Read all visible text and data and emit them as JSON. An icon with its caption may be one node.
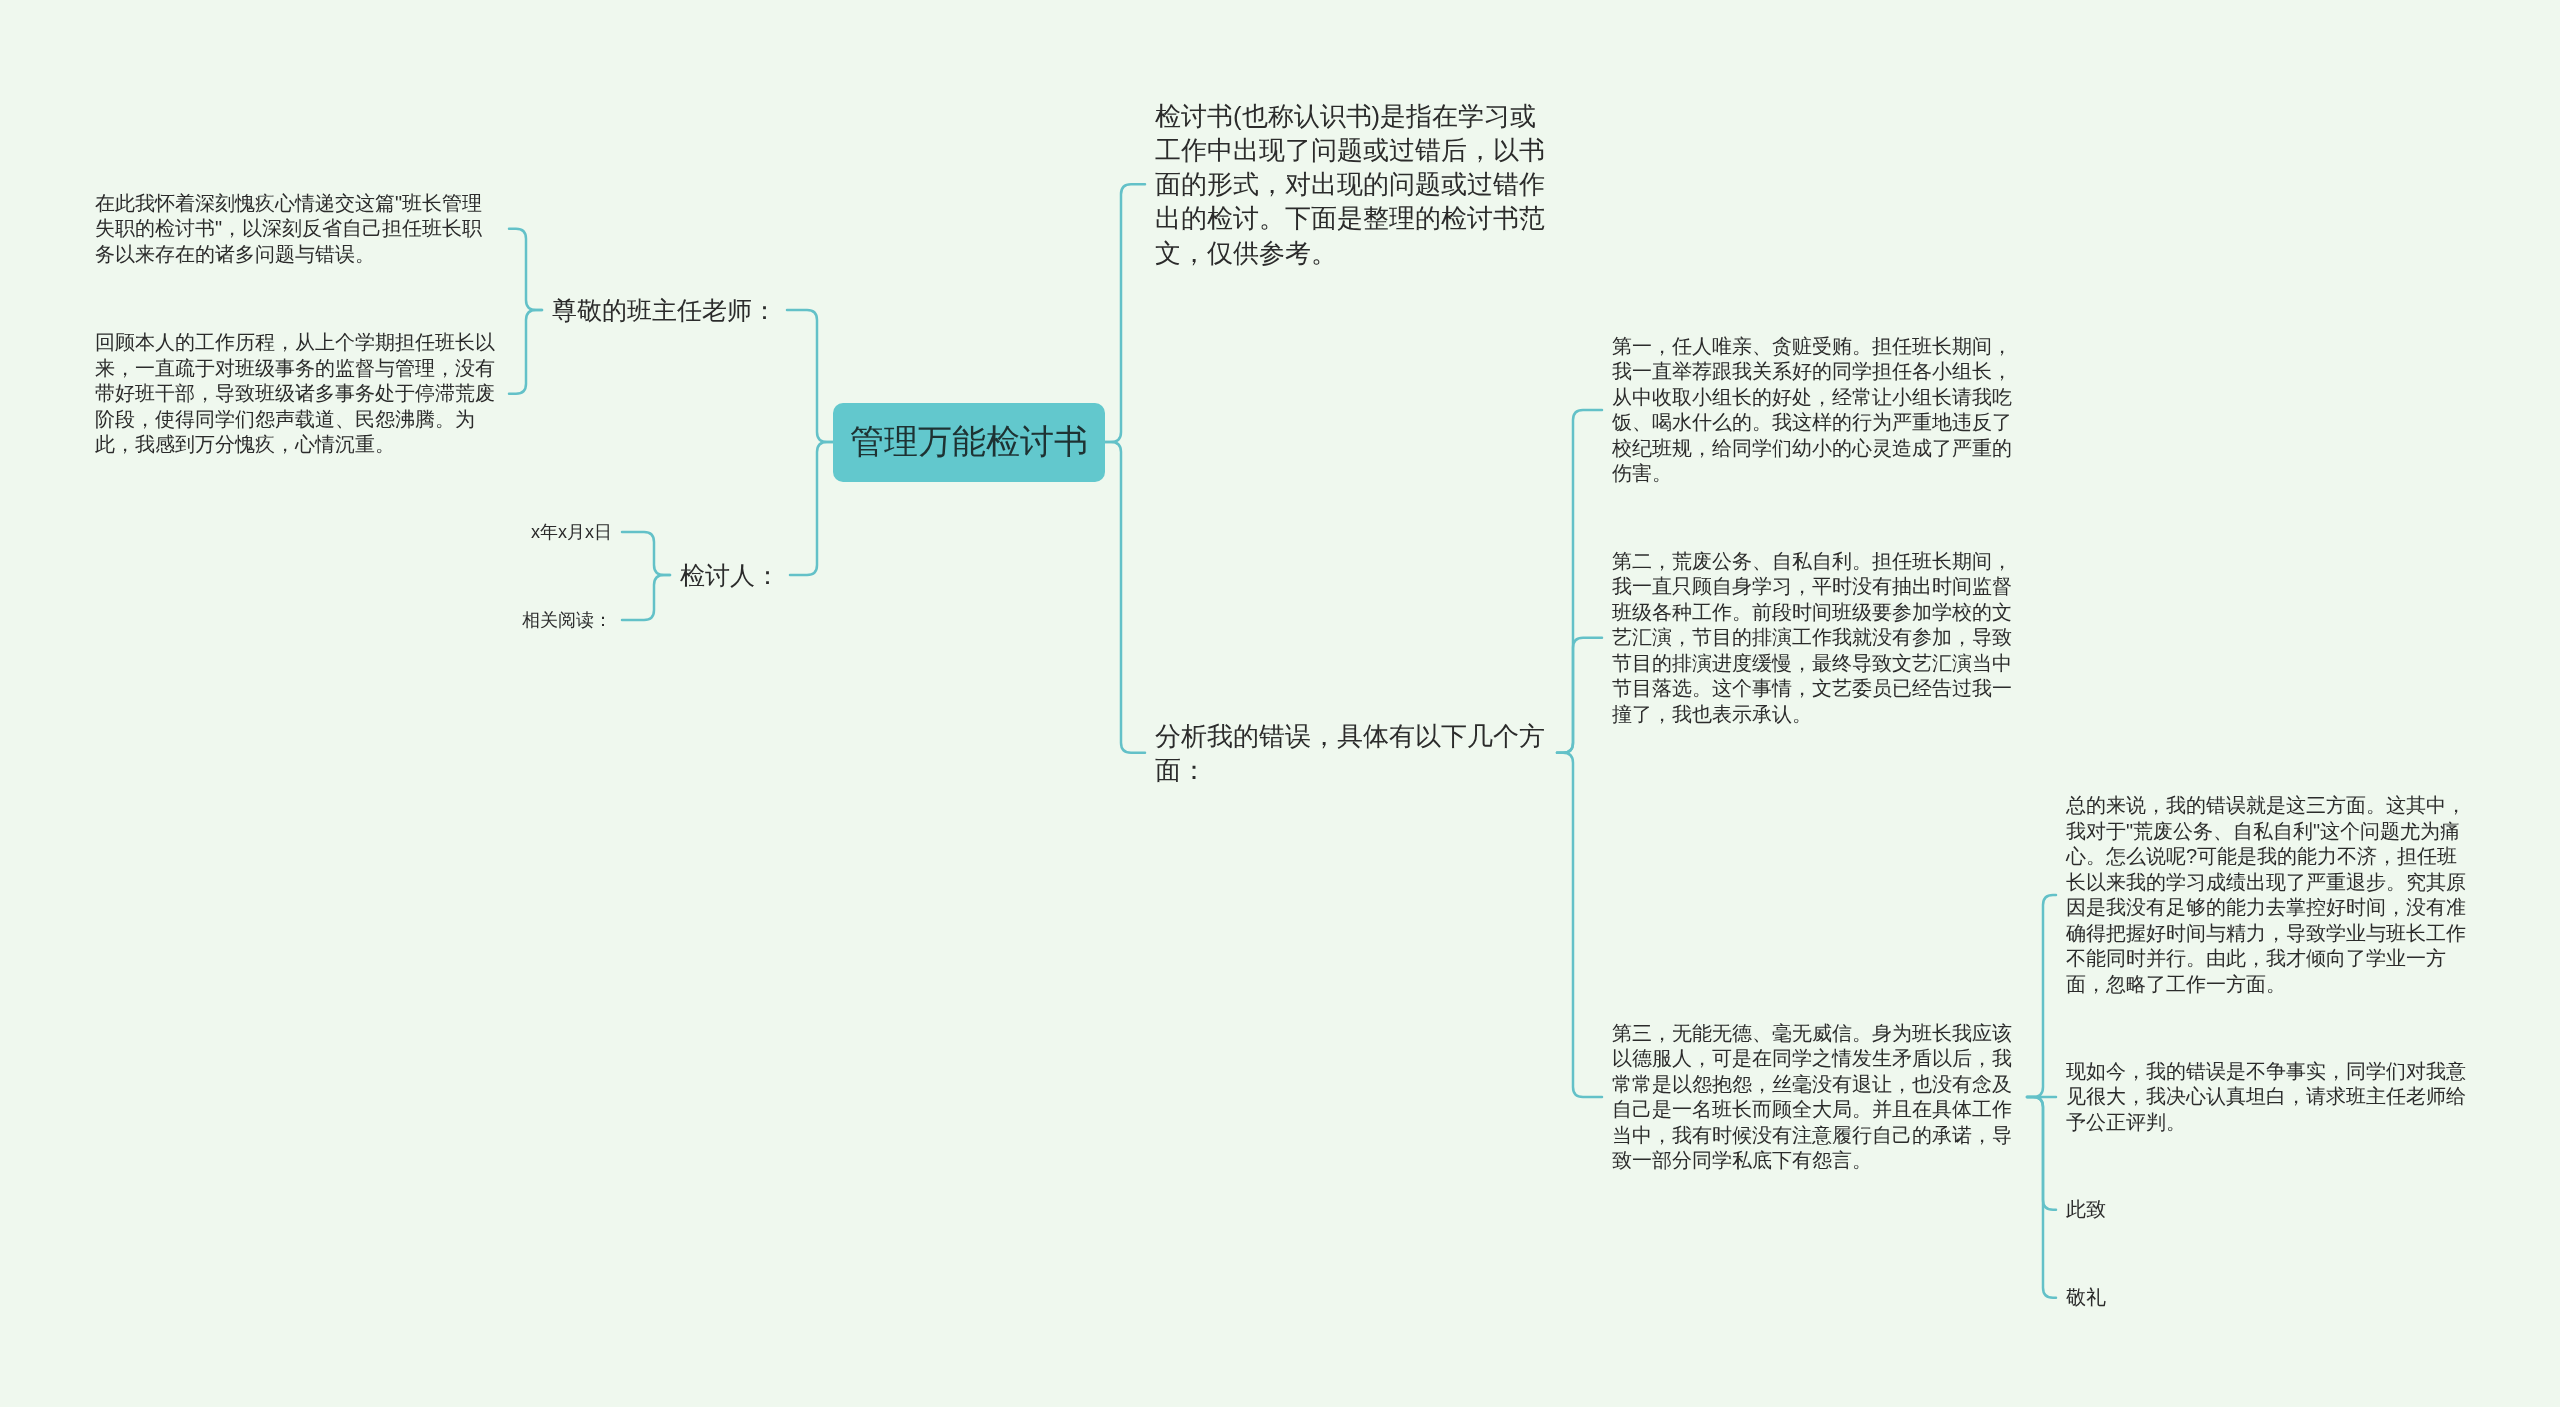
{
  "diagram": {
    "nodes": [
      {
        "text": [
          "管理万能检讨书"
        ]
      },
      {
        "text": [
          "尊敬的班主任老师："
        ]
      },
      {
        "text": [
          "在此我怀着深刻愧疚心情递交这篇\"班长管理失职的检讨书\"，以深刻反省自己担任班长职务以来存在的诸多问题与错误。"
        ]
      },
      {
        "text": [
          "回顾本人的工作历程，从上个学期担任班长以来，一直疏于对班级事务的监督与管理，没有带好班干部，导致班级诸多事务处于停滞荒废阶段，使得同学们怨声载道、民怨沸腾。为此，我感到万分愧疚，心情沉重。"
        ]
      },
      {
        "text": [
          "检讨人："
        ]
      },
      {
        "text": [
          "x年x月x日"
        ]
      },
      {
        "text": [
          "相关阅读："
        ]
      },
      {
        "text": [
          "检讨书(也称认识书)是指在学习或工作中出现了问题或过错后，以书面的形式，对出现的问题或过错作出的检讨。下面是整理的检讨书范文，仅供参考。"
        ]
      },
      {
        "text": [
          "分析我的错误，具体有以下几个方面："
        ]
      },
      {
        "text": [
          "第一，任人唯亲、贪赃受贿。担任班长期间，我一直举荐跟我关系好的同学担任各小组长，从中收取小组长的好处，经常让小组长请我吃饭、喝水什么的。我这样的行为严重地违反了校纪班规，给同学们幼小的心灵造成了严重的伤害。"
        ]
      },
      {
        "text": [
          "第二，荒废公务、自私自利。担任班长期间，我一直只顾自身学习，平时没有抽出时间监督班级各种工作。前段时间班级要参加学校的文艺汇演，节目的排演工作我就没有参加，导致节目的排演进度缓慢，最终导致文艺汇演当中节目落选。这个事情，文艺委员已经告过我一撞了，我也表示承认。"
        ]
      },
      {
        "text": [
          "第三，无能无德、毫无威信。身为班长我应该以德服人，可是在同学之情发生矛盾以后，我常常是以怨抱怨，丝毫没有退让，也没有念及自己是一名班长而顾全大局。并且在具体工作当中，我有时候没有注意履行自己的承诺，导致一部分同学私底下有怨言。"
        ]
      },
      {
        "text": [
          "总的来说，我的错误就是这三方面。这其中，我对于\"荒废公务、自私自利\"这个问题尤为痛心。怎么说呢?可能是我的能力不济，担任班长以来我的学习成绩出现了严重退步。究其原因是我没有足够的能力去掌控好时间，没有准确得把握好时间与精力，导致学业与班长工作不能同时并行。由此，我才倾向了学业一方面，忽略了工作一方面。"
        ]
      },
      {
        "text": [
          "现如今，我的错误是不争事实，同学们对我意见很大，我决心认真坦白，请求班主任老师给予公正评判。"
        ]
      },
      {
        "text": [
          "此致"
        ]
      },
      {
        "text": [
          "敬礼"
        ]
      }
    ],
    "edges": [
      {
        "from": 0,
        "to": 1,
        "arrow": "none"
      },
      {
        "from": 1,
        "to": 2,
        "arrow": "none"
      },
      {
        "from": 1,
        "to": 3,
        "arrow": "none"
      },
      {
        "from": 0,
        "to": 4,
        "arrow": "none"
      },
      {
        "from": 4,
        "to": 5,
        "arrow": "none"
      },
      {
        "from": 4,
        "to": 6,
        "arrow": "none"
      },
      {
        "from": 0,
        "to": 7,
        "arrow": "none"
      },
      {
        "from": 0,
        "to": 8,
        "arrow": "none"
      },
      {
        "from": 8,
        "to": 9,
        "arrow": "none"
      },
      {
        "from": 8,
        "to": 10,
        "arrow": "none"
      },
      {
        "from": 8,
        "to": 11,
        "arrow": "none"
      },
      {
        "from": 11,
        "to": 12,
        "arrow": "none"
      },
      {
        "from": 11,
        "to": 13,
        "arrow": "none"
      },
      {
        "from": 11,
        "to": 14,
        "arrow": "none"
      },
      {
        "from": 11,
        "to": 15,
        "arrow": "none"
      }
    ]
  }
}
